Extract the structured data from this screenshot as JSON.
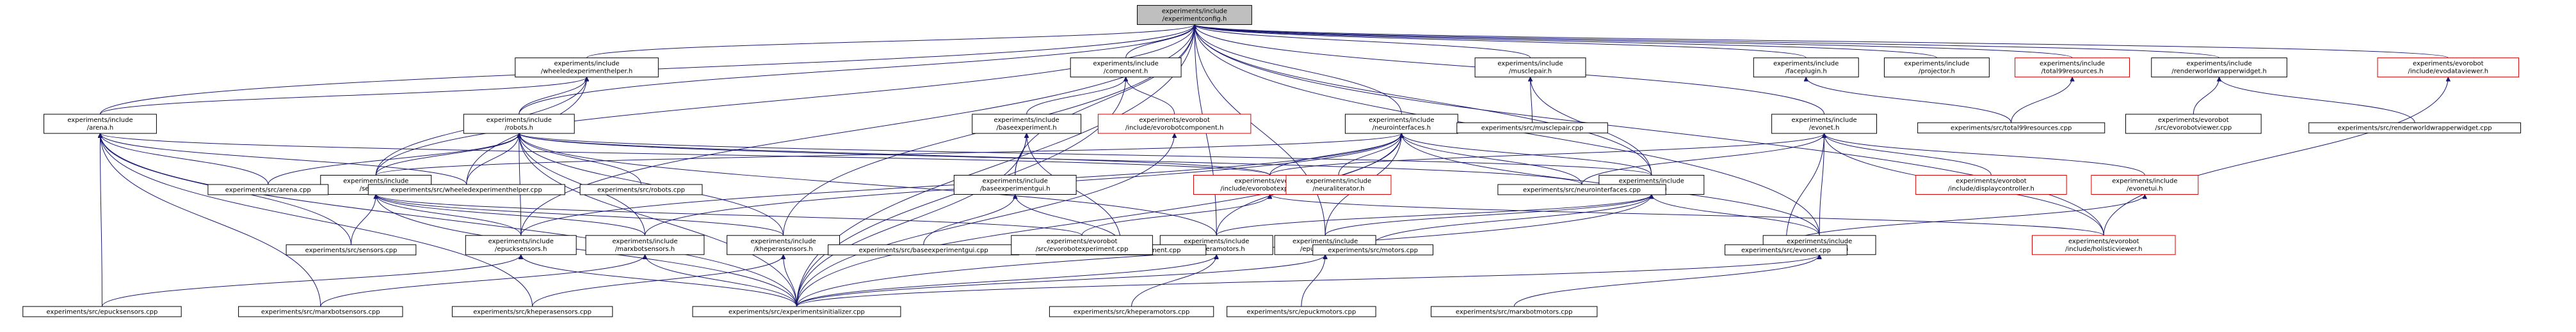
{
  "graph": {
    "nodes": [
      {
        "id": "config",
        "lines": [
          "experiments/include",
          "/experimentconfig.h"
        ],
        "style": "root"
      },
      {
        "id": "arena_h",
        "lines": [
          "experiments/include",
          "/arena.h"
        ],
        "style": "normal"
      },
      {
        "id": "wheeled_h",
        "lines": [
          "experiments/include",
          "/wheeledexperimenthelper.h"
        ],
        "style": "normal"
      },
      {
        "id": "robots_h",
        "lines": [
          "experiments/include",
          "/robots.h"
        ],
        "style": "normal"
      },
      {
        "id": "component_h",
        "lines": [
          "experiments/include",
          "/component.h"
        ],
        "style": "normal"
      },
      {
        "id": "baseexp_h",
        "lines": [
          "experiments/include",
          "/baseexperiment.h"
        ],
        "style": "normal"
      },
      {
        "id": "evocomp_h",
        "lines": [
          "experiments/evorobot",
          "/include/evorobotcomponent.h"
        ],
        "style": "missing"
      },
      {
        "id": "neuroint_h",
        "lines": [
          "experiments/include",
          "/neurointerfaces.h"
        ],
        "style": "normal"
      },
      {
        "id": "musclepair_h",
        "lines": [
          "experiments/include",
          "/musclepair.h"
        ],
        "style": "normal"
      },
      {
        "id": "faceplugin_h",
        "lines": [
          "experiments/include",
          "/faceplugin.h"
        ],
        "style": "normal"
      },
      {
        "id": "projector_h",
        "lines": [
          "experiments/include",
          "/projector.h"
        ],
        "style": "normal"
      },
      {
        "id": "total99_h",
        "lines": [
          "experiments/include",
          "/total99resources.h"
        ],
        "style": "missing"
      },
      {
        "id": "renderworld_h",
        "lines": [
          "experiments/include",
          "/renderworldwrapperwidget.h"
        ],
        "style": "normal"
      },
      {
        "id": "evodataview_h",
        "lines": [
          "experiments/evorobot",
          "/include/evodataviewer.h"
        ],
        "style": "missing"
      },
      {
        "id": "evonet_h",
        "lines": [
          "experiments/include",
          "/evonet.h"
        ],
        "style": "normal"
      },
      {
        "id": "sensors_h",
        "lines": [
          "experiments/include",
          "/sensors.h"
        ],
        "style": "normal"
      },
      {
        "id": "motors_h",
        "lines": [
          "experiments/include",
          "/motors.h"
        ],
        "style": "normal"
      },
      {
        "id": "baseexpgui_h",
        "lines": [
          "experiments/include",
          "/baseexperimentgui.h"
        ],
        "style": "normal"
      },
      {
        "id": "evoexp_h",
        "lines": [
          "experiments/evorobot",
          "/include/evorobotexperiment.h"
        ],
        "style": "missing"
      },
      {
        "id": "neuraliter_h",
        "lines": [
          "experiments/include",
          "/neuraliterator.h"
        ],
        "style": "missing"
      },
      {
        "id": "display_h",
        "lines": [
          "experiments/evorobot",
          "/include/displaycontroller.h"
        ],
        "style": "missing"
      },
      {
        "id": "evonetui_h",
        "lines": [
          "experiments/include",
          "/evonetui.h"
        ],
        "style": "missing"
      },
      {
        "id": "holistic_h",
        "lines": [
          "experiments/evorobot",
          "/include/holisticviewer.h"
        ],
        "style": "missing"
      },
      {
        "id": "epucksens_h",
        "lines": [
          "experiments/include",
          "/epucksensors.h"
        ],
        "style": "normal"
      },
      {
        "id": "marxsens_h",
        "lines": [
          "experiments/include",
          "/marxbotsensors.h"
        ],
        "style": "normal"
      },
      {
        "id": "khepsens_h",
        "lines": [
          "experiments/include",
          "/kheperasensors.h"
        ],
        "style": "normal"
      },
      {
        "id": "khepmot_h",
        "lines": [
          "experiments/include",
          "/kheperamotors.h"
        ],
        "style": "normal"
      },
      {
        "id": "epuckmot_h",
        "lines": [
          "experiments/include",
          "/epuckmotors.h"
        ],
        "style": "normal"
      },
      {
        "id": "marxmot_h",
        "lines": [
          "experiments/include",
          "/marxbotmotors.h"
        ],
        "style": "normal"
      },
      {
        "id": "musclepair_cpp",
        "lines": [
          "experiments/src/musclepair.cpp"
        ],
        "style": "normal"
      },
      {
        "id": "total99_cpp",
        "lines": [
          "experiments/src/total99resources.cpp"
        ],
        "style": "normal"
      },
      {
        "id": "evoview_cpp",
        "lines": [
          "experiments/evorobot",
          "/src/evorobotviewer.cpp"
        ],
        "style": "normal"
      },
      {
        "id": "renderworld_cpp",
        "lines": [
          "experiments/src/renderworldwrapperwidget.cpp"
        ],
        "style": "normal"
      },
      {
        "id": "arena_cpp",
        "lines": [
          "experiments/src/arena.cpp"
        ],
        "style": "normal"
      },
      {
        "id": "wheeled_cpp",
        "lines": [
          "experiments/src/wheeledexperimenthelper.cpp"
        ],
        "style": "normal"
      },
      {
        "id": "robots_cpp",
        "lines": [
          "experiments/src/robots.cpp"
        ],
        "style": "normal"
      },
      {
        "id": "neuroint_cpp",
        "lines": [
          "experiments/src/neurointerfaces.cpp"
        ],
        "style": "normal"
      },
      {
        "id": "sensors_cpp",
        "lines": [
          "experiments/src/sensors.cpp"
        ],
        "style": "normal"
      },
      {
        "id": "baseexpgui_cpp",
        "lines": [
          "experiments/src/baseexperimentgui.cpp"
        ],
        "style": "normal"
      },
      {
        "id": "baseexp_cpp",
        "lines": [
          "experiments/src/baseexperiment.cpp"
        ],
        "style": "normal"
      },
      {
        "id": "evoexp_cpp",
        "lines": [
          "experiments/evorobot",
          "/src/evorobotexperiment.cpp"
        ],
        "style": "normal"
      },
      {
        "id": "motors_cpp",
        "lines": [
          "experiments/src/motors.cpp"
        ],
        "style": "normal"
      },
      {
        "id": "evonet_cpp",
        "lines": [
          "experiments/src/evonet.cpp"
        ],
        "style": "normal"
      },
      {
        "id": "epucksens_cpp",
        "lines": [
          "experiments/src/epucksensors.cpp"
        ],
        "style": "normal"
      },
      {
        "id": "marxsens_cpp",
        "lines": [
          "experiments/src/marxbotsensors.cpp"
        ],
        "style": "normal"
      },
      {
        "id": "khepsens_cpp",
        "lines": [
          "experiments/src/kheperasensors.cpp"
        ],
        "style": "normal"
      },
      {
        "id": "init_cpp",
        "lines": [
          "experiments/src/experimentsinitializer.cpp"
        ],
        "style": "normal"
      },
      {
        "id": "khepmot_cpp",
        "lines": [
          "experiments/src/kheperamotors.cpp"
        ],
        "style": "normal"
      },
      {
        "id": "epuckmot_cpp",
        "lines": [
          "experiments/src/epuckmotors.cpp"
        ],
        "style": "normal"
      },
      {
        "id": "marxmot_cpp",
        "lines": [
          "experiments/src/marxbotmotors.cpp"
        ],
        "style": "normal"
      }
    ],
    "edges": [
      [
        "config",
        "arena_h"
      ],
      [
        "config",
        "wheeled_h"
      ],
      [
        "config",
        "robots_h"
      ],
      [
        "config",
        "component_h"
      ],
      [
        "config",
        "neuroint_h"
      ],
      [
        "config",
        "musclepair_h"
      ],
      [
        "config",
        "faceplugin_h"
      ],
      [
        "config",
        "projector_h"
      ],
      [
        "config",
        "total99_h"
      ],
      [
        "config",
        "renderworld_h"
      ],
      [
        "config",
        "evodataview_h"
      ],
      [
        "config",
        "evonet_h"
      ],
      [
        "config",
        "sensors_h"
      ],
      [
        "config",
        "motors_h"
      ],
      [
        "config",
        "baseexpgui_h"
      ],
      [
        "config",
        "epucksens_h"
      ],
      [
        "config",
        "khepsens_h"
      ],
      [
        "config",
        "epuckmot_h"
      ],
      [
        "config",
        "marxmot_h"
      ],
      [
        "config",
        "holistic_h"
      ],
      [
        "config",
        "init_cpp"
      ],
      [
        "config",
        "khepmot_h"
      ],
      [
        "wheeled_h",
        "arena_h"
      ],
      [
        "wheeled_h",
        "robots_h"
      ],
      [
        "wheeled_h",
        "sensors_h"
      ],
      [
        "wheeled_h",
        "wheeled_cpp"
      ],
      [
        "arena_h",
        "arena_cpp"
      ],
      [
        "arena_h",
        "wheeled_cpp"
      ],
      [
        "arena_h",
        "sensors_cpp"
      ],
      [
        "arena_h",
        "epucksens_cpp"
      ],
      [
        "arena_h",
        "marxsens_cpp"
      ],
      [
        "arena_h",
        "khepsens_cpp"
      ],
      [
        "arena_h",
        "init_cpp"
      ],
      [
        "arena_h",
        "evoexp_h"
      ],
      [
        "robots_h",
        "arena_cpp"
      ],
      [
        "robots_h",
        "wheeled_cpp"
      ],
      [
        "robots_h",
        "robots_cpp"
      ],
      [
        "robots_h",
        "sensors_h"
      ],
      [
        "robots_h",
        "evoexp_h"
      ],
      [
        "robots_h",
        "motors_h"
      ],
      [
        "robots_h",
        "neuroint_cpp"
      ],
      [
        "robots_h",
        "epucksens_h"
      ],
      [
        "robots_h",
        "marxsens_h"
      ],
      [
        "robots_h",
        "khepsens_h"
      ],
      [
        "robots_h",
        "init_cpp"
      ],
      [
        "robots_h",
        "khepmot_h"
      ],
      [
        "component_h",
        "baseexp_h"
      ],
      [
        "component_h",
        "evocomp_h"
      ],
      [
        "component_h",
        "init_cpp"
      ],
      [
        "baseexp_h",
        "baseexpgui_h"
      ],
      [
        "baseexp_h",
        "baseexp_cpp"
      ],
      [
        "baseexp_h",
        "init_cpp"
      ],
      [
        "baseexpgui_h",
        "baseexpgui_cpp"
      ],
      [
        "baseexpgui_h",
        "baseexp_cpp"
      ],
      [
        "evocomp_h",
        "init_cpp"
      ],
      [
        "neuroint_h",
        "neuraliter_h"
      ],
      [
        "neuroint_h",
        "evoexp_h"
      ],
      [
        "neuroint_h",
        "neuroint_cpp"
      ],
      [
        "neuroint_h",
        "sensors_h"
      ],
      [
        "neuroint_h",
        "motors_h"
      ],
      [
        "neuroint_h",
        "epucksens_h"
      ],
      [
        "neuroint_h",
        "marxsens_h"
      ],
      [
        "neuroint_h",
        "khepmot_h"
      ],
      [
        "neuroint_h",
        "epuckmot_h"
      ],
      [
        "neuroint_h",
        "marxmot_h"
      ],
      [
        "neuroint_h",
        "init_cpp"
      ],
      [
        "musclepair_h",
        "musclepair_cpp"
      ],
      [
        "musclepair_h",
        "motors_h"
      ],
      [
        "faceplugin_h",
        "total99_cpp"
      ],
      [
        "total99_h",
        "total99_cpp"
      ],
      [
        "renderworld_h",
        "evoview_cpp"
      ],
      [
        "renderworld_h",
        "renderworld_cpp"
      ],
      [
        "evodataview_h",
        "holistic_h"
      ],
      [
        "evonet_h",
        "evoexp_h"
      ],
      [
        "evonet_h",
        "display_h"
      ],
      [
        "evonet_h",
        "evonetui_h"
      ],
      [
        "evonet_h",
        "holistic_h"
      ],
      [
        "evonet_h",
        "evonet_cpp"
      ],
      [
        "evonet_h",
        "marxmot_h"
      ],
      [
        "evonet_h",
        "neuroint_cpp"
      ],
      [
        "evonetui_h",
        "evonet_cpp"
      ],
      [
        "sensors_h",
        "sensors_cpp"
      ],
      [
        "sensors_h",
        "epucksens_h"
      ],
      [
        "sensors_h",
        "marxsens_h"
      ],
      [
        "sensors_h",
        "khepsens_h"
      ],
      [
        "sensors_h",
        "evoexp_cpp"
      ],
      [
        "sensors_h",
        "init_cpp"
      ],
      [
        "motors_h",
        "motors_cpp"
      ],
      [
        "motors_h",
        "khepmot_h"
      ],
      [
        "motors_h",
        "epuckmot_h"
      ],
      [
        "motors_h",
        "marxmot_h"
      ],
      [
        "motors_h",
        "init_cpp"
      ],
      [
        "evoexp_h",
        "evoexp_cpp"
      ],
      [
        "evoexp_h",
        "holistic_h"
      ],
      [
        "epucksens_h",
        "epucksens_cpp"
      ],
      [
        "epucksens_h",
        "init_cpp"
      ],
      [
        "marxsens_h",
        "marxsens_cpp"
      ],
      [
        "marxsens_h",
        "init_cpp"
      ],
      [
        "khepsens_h",
        "khepsens_cpp"
      ],
      [
        "khepsens_h",
        "init_cpp"
      ],
      [
        "khepmot_h",
        "khepmot_cpp"
      ],
      [
        "khepmot_h",
        "init_cpp"
      ],
      [
        "epuckmot_h",
        "epuckmot_cpp"
      ],
      [
        "epuckmot_h",
        "init_cpp"
      ],
      [
        "marxmot_h",
        "marxmot_cpp"
      ],
      [
        "marxmot_h",
        "init_cpp"
      ]
    ]
  },
  "colors": {
    "edge": "#191970",
    "node_border": "#000000",
    "missing_border": "#d00000",
    "root_fill": "#bfbfbf",
    "background": "#ffffff"
  }
}
